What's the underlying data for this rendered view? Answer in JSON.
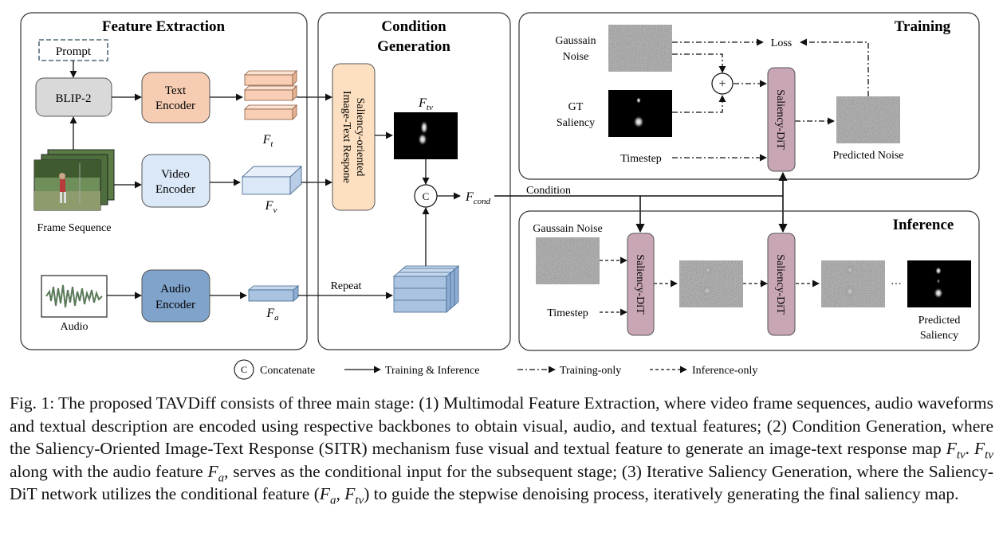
{
  "sections": {
    "feature_extraction": "Feature Extraction",
    "condition_generation": [
      "Condition",
      "Generation"
    ],
    "training": "Training",
    "inference": "Inference"
  },
  "feature_extraction": {
    "prompt": "Prompt",
    "blip2": "BLIP-2",
    "text_encoder": [
      "Text",
      "Encoder"
    ],
    "video_encoder": [
      "Video",
      "Encoder"
    ],
    "audio_encoder": [
      "Audio",
      "Encoder"
    ],
    "frame_sequence": "Frame Sequence",
    "audio": "Audio",
    "ft": "F",
    "ft_sub": "t",
    "fv": "F",
    "fv_sub": "v",
    "fa": "F",
    "fa_sub": "a"
  },
  "condition_generation": {
    "sitr": [
      "Saliency-oriented",
      "Image-Text Respone"
    ],
    "ftv": "F",
    "ftv_sub": "tv",
    "concat_symbol": "C",
    "fcond": "F",
    "fcond_sub": "cond",
    "repeat": "Repeat",
    "condition": "Condition"
  },
  "training": {
    "gaussian_noise": [
      "Gaussain",
      "Noise"
    ],
    "gt_saliency": [
      "GT",
      "Saliency"
    ],
    "timestep": "Timestep",
    "loss": "Loss",
    "plus": "+",
    "dit": "Saliency-DiT",
    "predicted_noise": "Predicted Noise"
  },
  "inference": {
    "gaussian_noise": "Gaussain Noise",
    "timestep": "Timestep",
    "dit1": "Saliency-DiT",
    "dit2": "Saliency-DiT",
    "ellipsis": "···",
    "predicted_saliency": [
      "Predicted",
      "Saliency"
    ]
  },
  "legend": {
    "concat_symbol": "C",
    "concatenate": "Concatenate",
    "training_inference": "Training & Inference",
    "training_only": "Training-only",
    "inference_only": "Inference-only"
  },
  "caption": {
    "p1": "Fig. 1: The proposed TAVDiff consists of three main stage: (1) Multimodal Feature Extraction, where video frame sequences, audio waveforms and textual description are encoded using respective backbones to obtain visual, audio, and textual features; (2) Condition Generation, where the Saliency-Oriented Image-Text Response (SITR) mechanism fuse visual and textual feature to generate an image-text response map ",
    "m1": "F",
    "m1_sub": "tv",
    "p2": ". ",
    "m2": "F",
    "m2_sub": "tv",
    "p3": " along with the audio feature ",
    "m3": "F",
    "m3_sub": "a",
    "p4": ", serves as the conditional input for the subsequent stage; (3) Iterative Saliency Generation, where the Saliency-DiT network utilizes the conditional feature (",
    "m4": "F",
    "m4_sub": "a",
    "p5": ", ",
    "m5": "F",
    "m5_sub": "tv",
    "p6": ") to guide the stepwise denoising process, iteratively generating the final saliency map."
  },
  "colors": {
    "blip2": "#d9d9d9",
    "text_encoder": "#f6cdb3",
    "video_encoder": "#dbe8f7",
    "audio_encoder": "#7fa3cb",
    "sitr": "#fde0c1",
    "dit": "#c9a6b6",
    "feature_orange": "#f8cfb5",
    "feature_blue": "#a9c3e0"
  }
}
